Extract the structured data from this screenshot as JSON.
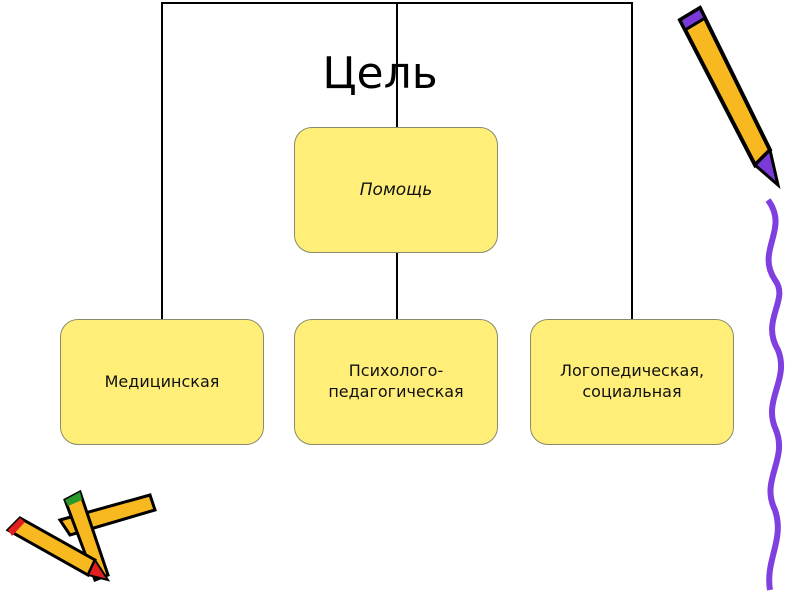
{
  "title": "Цель",
  "root": {
    "label": "Помощь"
  },
  "children": [
    {
      "label": "Медицинская"
    },
    {
      "label": "Психолого-педагогическая"
    },
    {
      "label": "Логопедическая, социальная"
    }
  ],
  "colors": {
    "box": "#FFEF78",
    "line": "#000000"
  }
}
